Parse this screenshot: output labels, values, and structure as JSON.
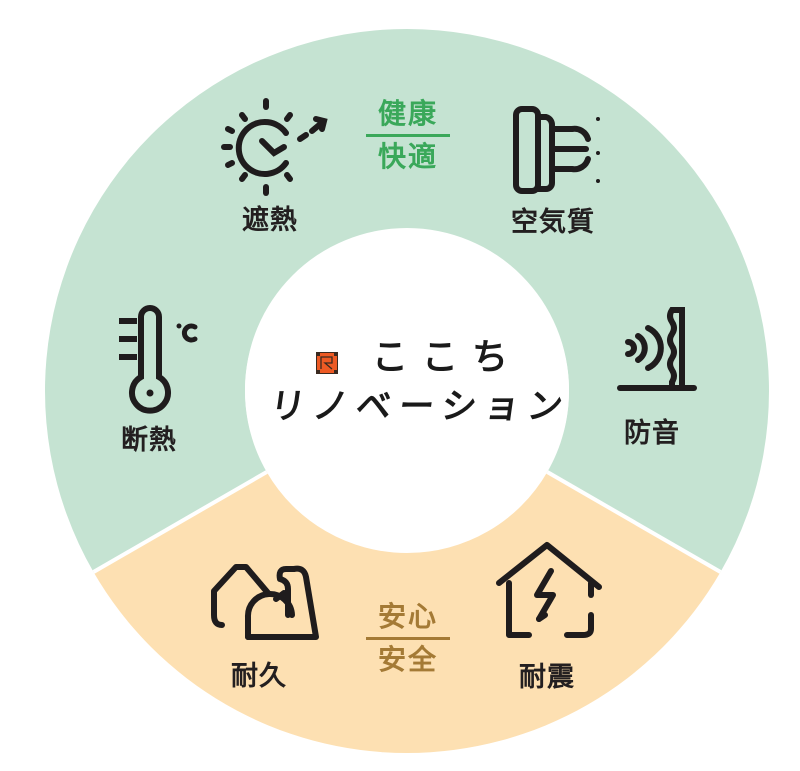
{
  "diagram": {
    "type": "ring",
    "colors": {
      "green_segment": "#c5e3d2",
      "orange_segment": "#fde0b2",
      "separator": "#ffffff",
      "center_fill": "#ffffff",
      "green_category_text": "#3aa85a",
      "orange_category_text": "#a47a35",
      "icon_stroke": "#1f1c1d",
      "logo_mark": "#ee5a24"
    },
    "center": {
      "logo_line1": "ここち",
      "logo_line2": "リノベーション"
    },
    "categories": [
      {
        "top": "健康",
        "bottom": "快適",
        "segment": "green"
      },
      {
        "top": "安心",
        "bottom": "安全",
        "segment": "orange"
      }
    ],
    "items": [
      {
        "label": "遮熱",
        "icon": "sun-reflect-icon",
        "segment": "green"
      },
      {
        "label": "空気質",
        "icon": "air-vent-icon",
        "segment": "green"
      },
      {
        "label": "断熱",
        "icon": "thermometer-icon",
        "segment": "green"
      },
      {
        "label": "防音",
        "icon": "soundproof-wall-icon",
        "segment": "green"
      },
      {
        "label": "耐久",
        "icon": "strong-house-icon",
        "segment": "orange"
      },
      {
        "label": "耐震",
        "icon": "earthquake-house-icon",
        "segment": "orange"
      }
    ]
  }
}
